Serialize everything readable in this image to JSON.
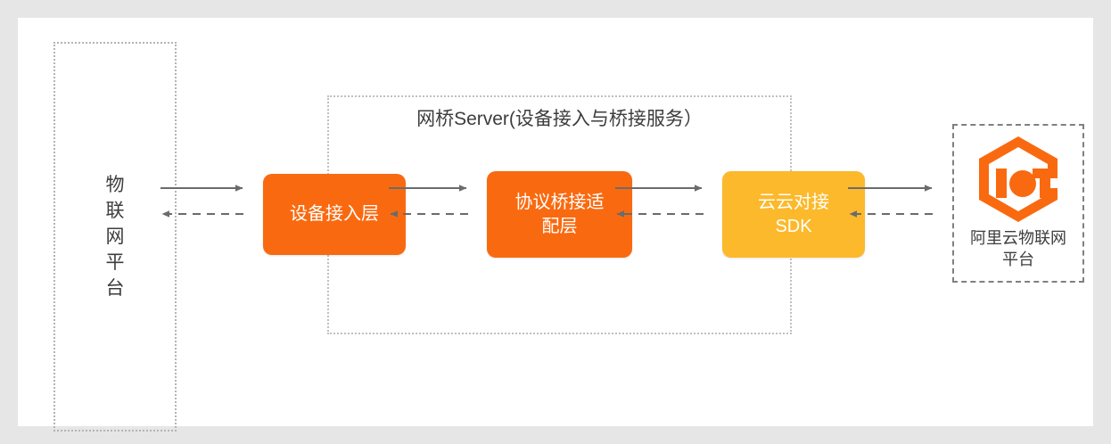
{
  "diagram": {
    "title": "网桥Server(设备接入与桥接服务）",
    "background_color": "#e6e6e6",
    "panel_color": "#ffffff",
    "left_node": {
      "label": "物\n联\n网\n平\n台",
      "border_style": "dotted",
      "border_color": "#b4b4b4"
    },
    "bridge_container": {
      "title": "网桥Server(设备接入与桥接服务）",
      "border_style": "dotted",
      "border_color": "#c0c0c0"
    },
    "boxes": [
      {
        "id": "device-access",
        "label": "设备接入层",
        "color": "#f96a10",
        "text_color": "#ffffff"
      },
      {
        "id": "protocol-adapter",
        "label": "协议桥接适\n配层",
        "color": "#f96a10",
        "text_color": "#ffffff"
      },
      {
        "id": "cloud-sdk",
        "label": "云云对接\nSDK",
        "color": "#fcb92c",
        "text_color": "#ffffff"
      }
    ],
    "right_node": {
      "label": "阿里云物联网\n平台",
      "logo_name": "alibaba-cloud-iot-logo",
      "logo_color": "#f96a10",
      "border_style": "dashed",
      "border_color": "#808080"
    },
    "connectors": {
      "forward_style": "solid",
      "return_style": "dashed",
      "line_color": "#6b6b6b",
      "segments": [
        {
          "from": "物联网平台",
          "to": "设备接入层",
          "direction": "forward",
          "style": "solid"
        },
        {
          "from": "设备接入层",
          "to": "物联网平台",
          "direction": "return",
          "style": "dashed"
        },
        {
          "from": "设备接入层",
          "to": "协议桥接适配层",
          "direction": "forward",
          "style": "solid"
        },
        {
          "from": "协议桥接适配层",
          "to": "设备接入层",
          "direction": "return",
          "style": "dashed"
        },
        {
          "from": "协议桥接适配层",
          "to": "云云对接SDK",
          "direction": "forward",
          "style": "solid"
        },
        {
          "from": "云云对接SDK",
          "to": "协议桥接适配层",
          "direction": "return",
          "style": "dashed"
        },
        {
          "from": "云云对接SDK",
          "to": "阿里云物联网平台",
          "direction": "forward",
          "style": "solid"
        },
        {
          "from": "阿里云物联网平台",
          "to": "云云对接SDK",
          "direction": "return",
          "style": "dashed"
        }
      ]
    }
  }
}
